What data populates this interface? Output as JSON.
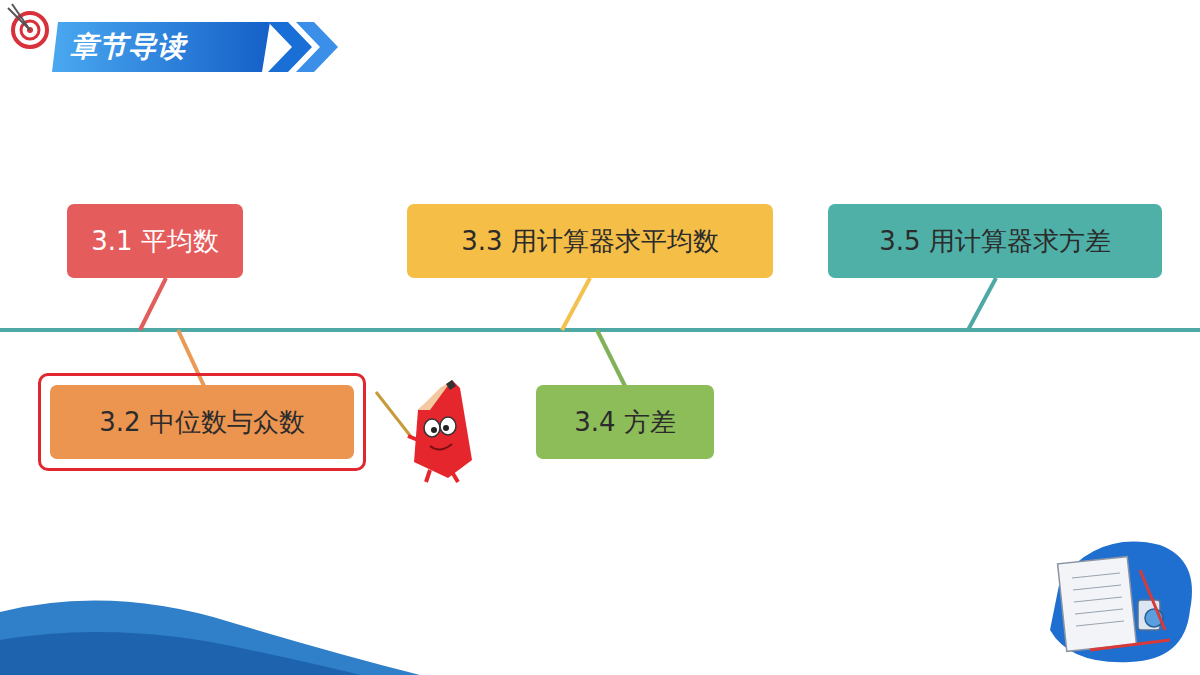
{
  "diagram": {
    "title": "章节导读",
    "nodes": [
      {
        "text": [
          "3.1 平均数"
        ]
      },
      {
        "text": [
          "3.2 中位数与众数"
        ]
      },
      {
        "text": [
          "3.3 用计算器求平均数"
        ]
      },
      {
        "text": [
          "3.4 方差"
        ]
      },
      {
        "text": [
          "3.5 用计算器求方差"
        ]
      }
    ]
  }
}
